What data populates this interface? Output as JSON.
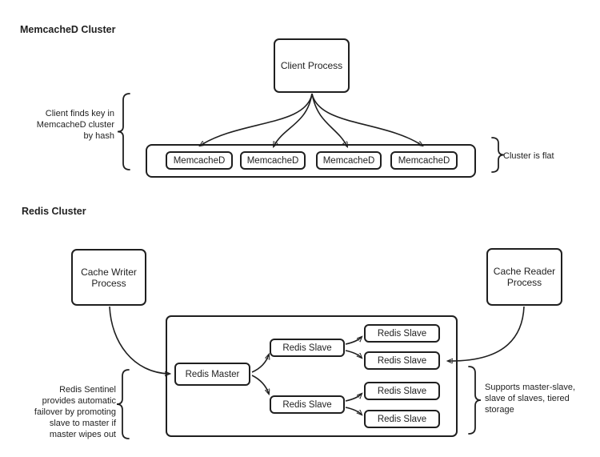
{
  "colors": {
    "stroke": "#1f1f1f",
    "background": "#ffffff",
    "text": "#1f1f1f"
  },
  "memcached_section": {
    "title": "MemcacheD Cluster",
    "client_process_label": "Client Process",
    "nodes": [
      "MemcacheD",
      "MemcacheD",
      "MemcacheD",
      "MemcacheD"
    ],
    "left_note": "Client finds key in MemcacheD cluster by hash",
    "right_note": "Cluster is flat"
  },
  "redis_section": {
    "title": "Redis Cluster",
    "cache_writer_label": "Cache Writer Process",
    "cache_reader_label": "Cache Reader Process",
    "master_label": "Redis Master",
    "mid_slaves": [
      "Redis Slave",
      "Redis Slave"
    ],
    "leaf_slaves": [
      "Redis Slave",
      "Redis Slave",
      "Redis Slave",
      "Redis Slave"
    ],
    "left_note": "Redis Sentinel provides automatic failover by promoting slave to master if master wipes out",
    "right_note": "Supports master-slave, slave of slaves, tiered storage"
  }
}
